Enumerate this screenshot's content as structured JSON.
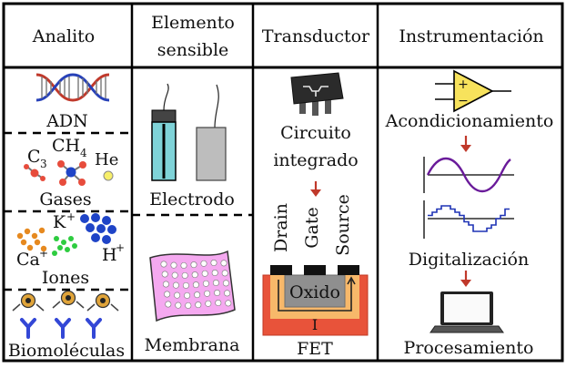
{
  "headers": {
    "analito": "Analito",
    "elemento_line1": "Elemento",
    "elemento_line2": "sensible",
    "transductor": "Transductor",
    "instrumentacion": "Instrumentación"
  },
  "analito": {
    "adn": "ADN",
    "gases": "Gases",
    "gas_c": "C",
    "gas_c_sub": "3",
    "gas_ch": "CH",
    "gas_ch_sub": "4",
    "gas_he": "He",
    "iones": "Iones",
    "ion_k": "K",
    "ion_k_sup": "+",
    "ion_ca": "Ca",
    "ion_ca_sup": "+",
    "ion_h": "H",
    "ion_h_sup": "+",
    "biomoleculas": "Biomoléculas"
  },
  "elemento": {
    "electrodo": "Electrodo",
    "membrana": "Membrana"
  },
  "transductor": {
    "circuito_line1": "Circuito",
    "circuito_line2": "integrado",
    "drain": "Drain",
    "gate": "Gate",
    "source": "Source",
    "oxido": "Oxido",
    "current": "I",
    "fet": "FET"
  },
  "instrumentacion": {
    "amp_plus": "+",
    "amp_minus": "−",
    "acondicionamiento": "Acondicionamiento",
    "digitalizacion": "Digitalización",
    "procesamiento": "Procesamiento"
  },
  "colors": {
    "arrow_red": "#c0392b",
    "amp_yellow": "#f7e25c",
    "wave_purple": "#6a1b9a",
    "wave_blue": "#1f33b5",
    "fet_orange": "#e8533a",
    "fet_light": "#f7b86a",
    "oxide_gray": "#8f8f8f",
    "membrane_pink": "#f5a9f0",
    "electrode_teal": "#7fd3d8"
  }
}
